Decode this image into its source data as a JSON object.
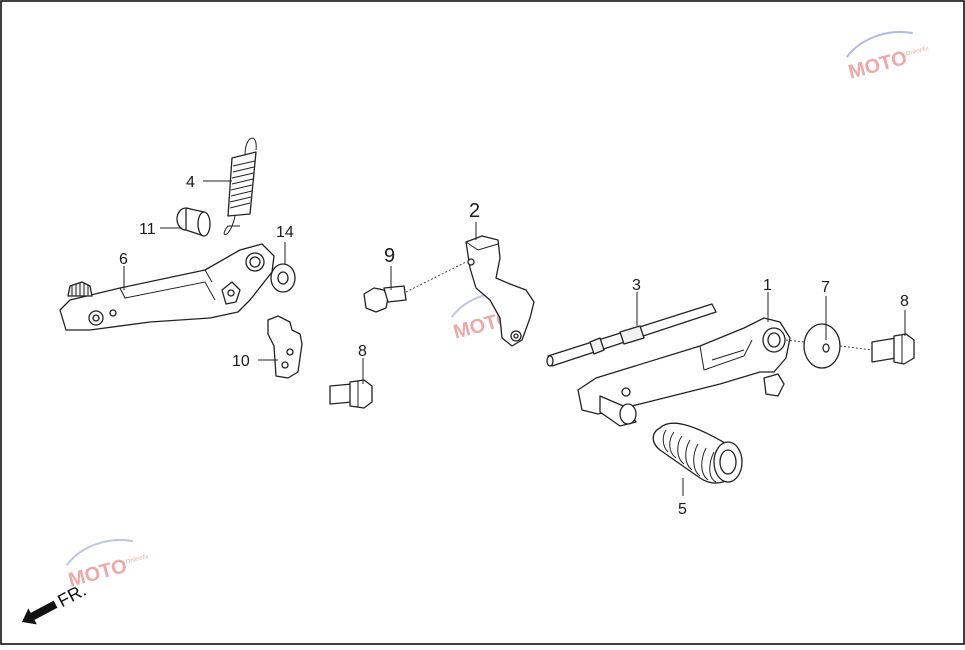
{
  "diagram": {
    "callouts": {
      "c1": "1",
      "c2": "2",
      "c3": "3",
      "c4": "4",
      "c5": "5",
      "c6": "6",
      "c7": "7",
      "c8a": "8",
      "c8b": "8",
      "c9": "9",
      "c10": "10",
      "c11": "11",
      "c14": "14"
    },
    "direction_label": "FR.",
    "watermark": {
      "logo_text": "MOTO",
      "logo_subtext": "Onlinefix"
    }
  }
}
